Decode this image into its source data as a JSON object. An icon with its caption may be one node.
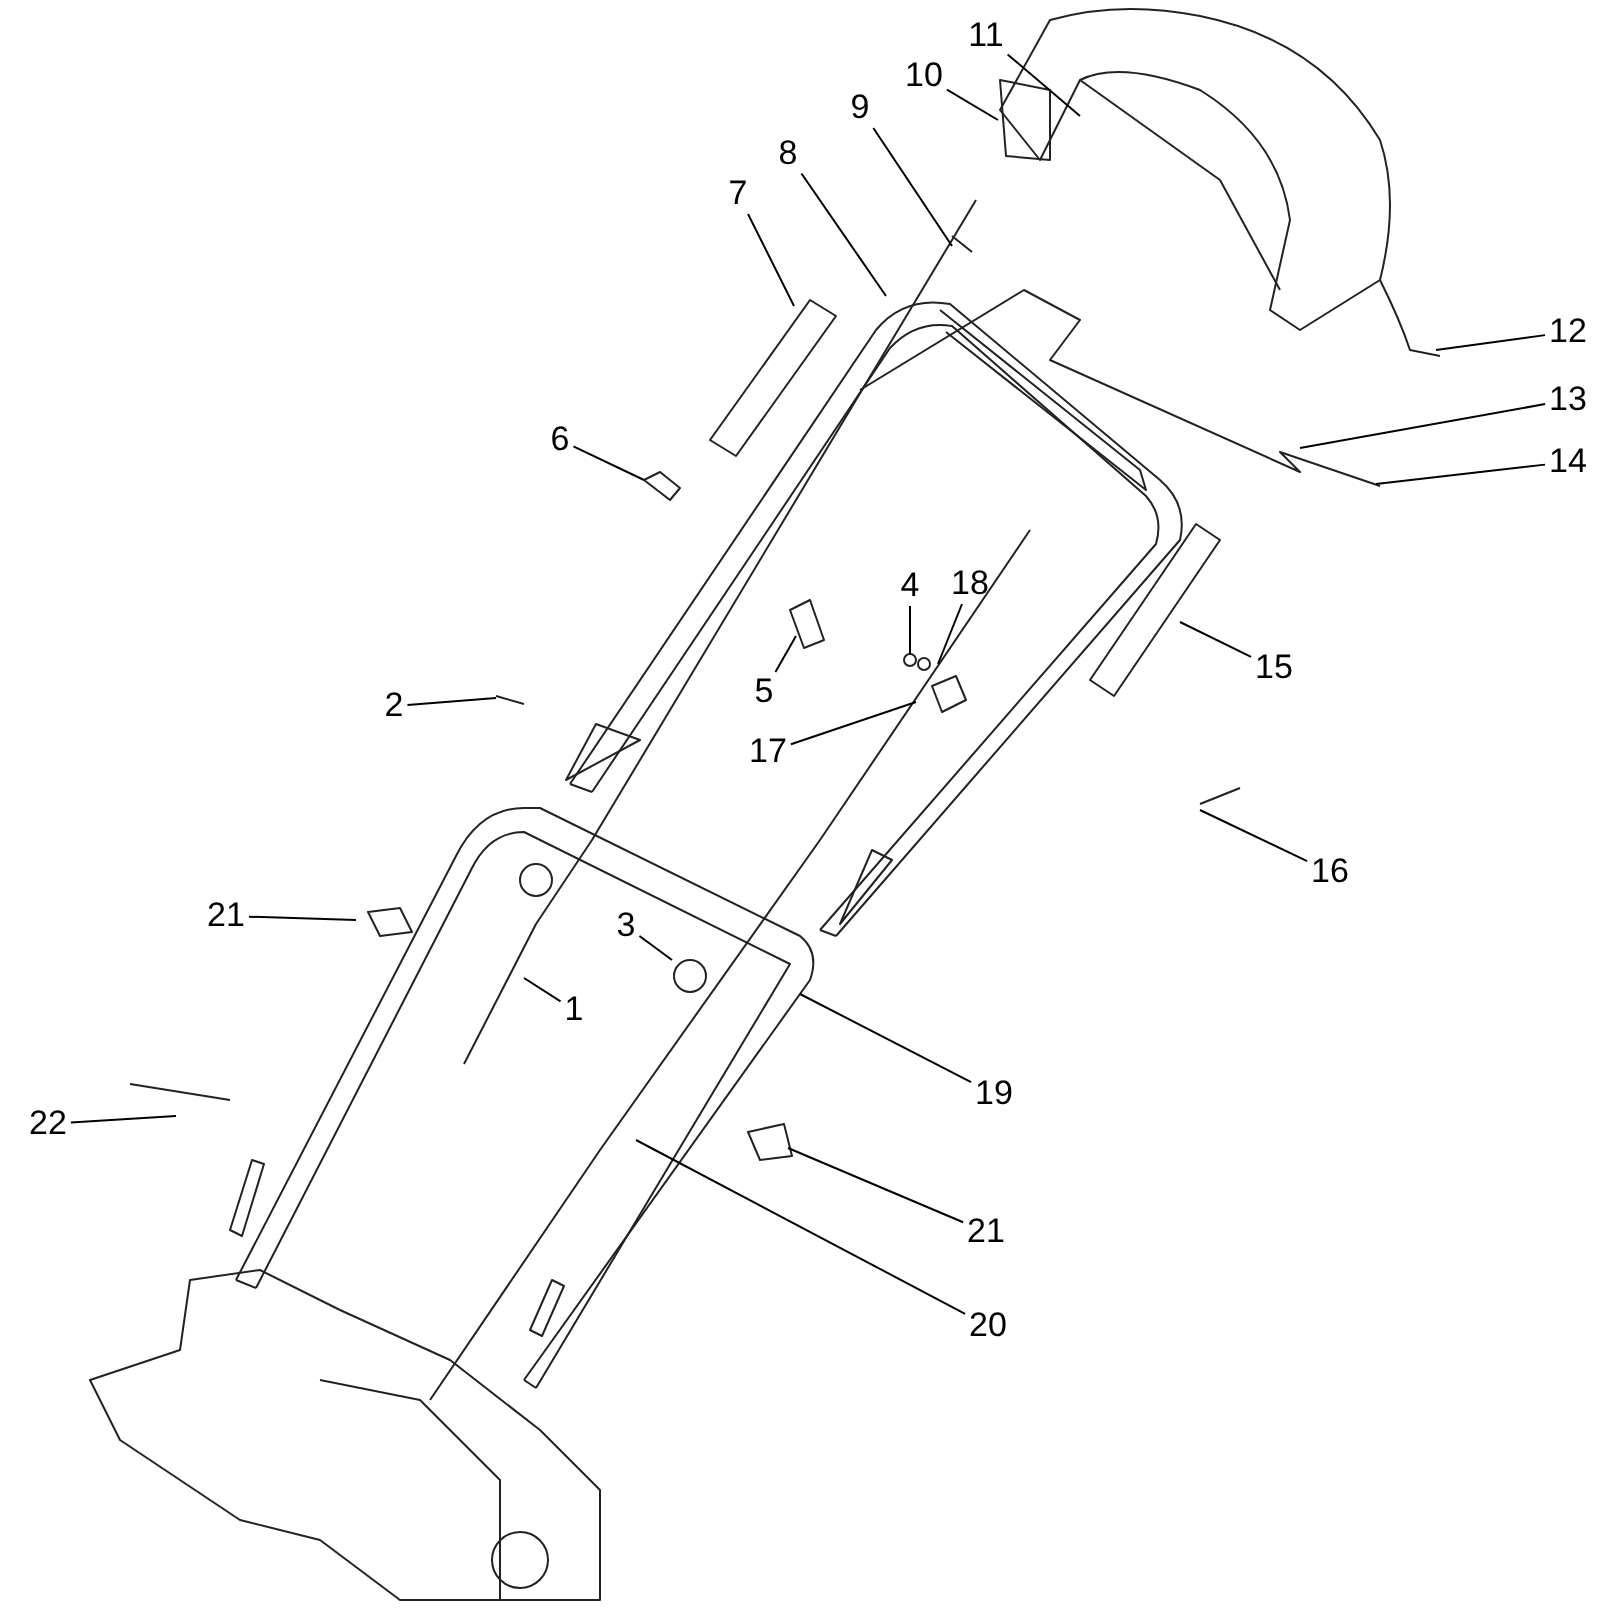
{
  "diagram": {
    "nodes": [
      {
        "text": [
          "1"
        ]
      },
      {
        "text": [
          "2"
        ]
      },
      {
        "text": [
          "3"
        ]
      },
      {
        "text": [
          "4"
        ]
      },
      {
        "text": [
          "5"
        ]
      },
      {
        "text": [
          "6"
        ]
      },
      {
        "text": [
          "7"
        ]
      },
      {
        "text": [
          "8"
        ]
      },
      {
        "text": [
          "9"
        ]
      },
      {
        "text": [
          "10"
        ]
      },
      {
        "text": [
          "11"
        ]
      },
      {
        "text": [
          "12"
        ]
      },
      {
        "text": [
          "13"
        ]
      },
      {
        "text": [
          "14"
        ]
      },
      {
        "text": [
          "15"
        ]
      },
      {
        "text": [
          "16"
        ]
      },
      {
        "text": [
          "17"
        ]
      },
      {
        "text": [
          "18"
        ]
      },
      {
        "text": [
          "19"
        ]
      },
      {
        "text": [
          "20"
        ]
      },
      {
        "text": [
          "21"
        ]
      },
      {
        "text": [
          "21"
        ]
      },
      {
        "text": [
          "22"
        ]
      }
    ],
    "edges": [
      {
        "from": 0,
        "to": null,
        "arrow": "none"
      },
      {
        "from": 1,
        "to": null,
        "arrow": "none"
      },
      {
        "from": 2,
        "to": null,
        "arrow": "none"
      },
      {
        "from": 3,
        "to": null,
        "arrow": "none"
      },
      {
        "from": 4,
        "to": null,
        "arrow": "none"
      },
      {
        "from": 5,
        "to": null,
        "arrow": "none"
      },
      {
        "from": 6,
        "to": null,
        "arrow": "none"
      },
      {
        "from": 7,
        "to": null,
        "arrow": "none"
      },
      {
        "from": 8,
        "to": null,
        "arrow": "none"
      },
      {
        "from": 9,
        "to": null,
        "arrow": "none"
      },
      {
        "from": 10,
        "to": null,
        "arrow": "none"
      },
      {
        "from": 11,
        "to": null,
        "arrow": "none"
      },
      {
        "from": 12,
        "to": null,
        "arrow": "none"
      },
      {
        "from": 13,
        "to": null,
        "arrow": "none"
      },
      {
        "from": 14,
        "to": null,
        "arrow": "none"
      },
      {
        "from": 15,
        "to": null,
        "arrow": "none"
      },
      {
        "from": 16,
        "to": null,
        "arrow": "none"
      },
      {
        "from": 17,
        "to": null,
        "arrow": "none"
      },
      {
        "from": 18,
        "to": null,
        "arrow": "none"
      },
      {
        "from": 19,
        "to": null,
        "arrow": "none"
      },
      {
        "from": 20,
        "to": null,
        "arrow": "none"
      },
      {
        "from": 21,
        "to": null,
        "arrow": "none"
      },
      {
        "from": 22,
        "to": null,
        "arrow": "none"
      }
    ]
  }
}
